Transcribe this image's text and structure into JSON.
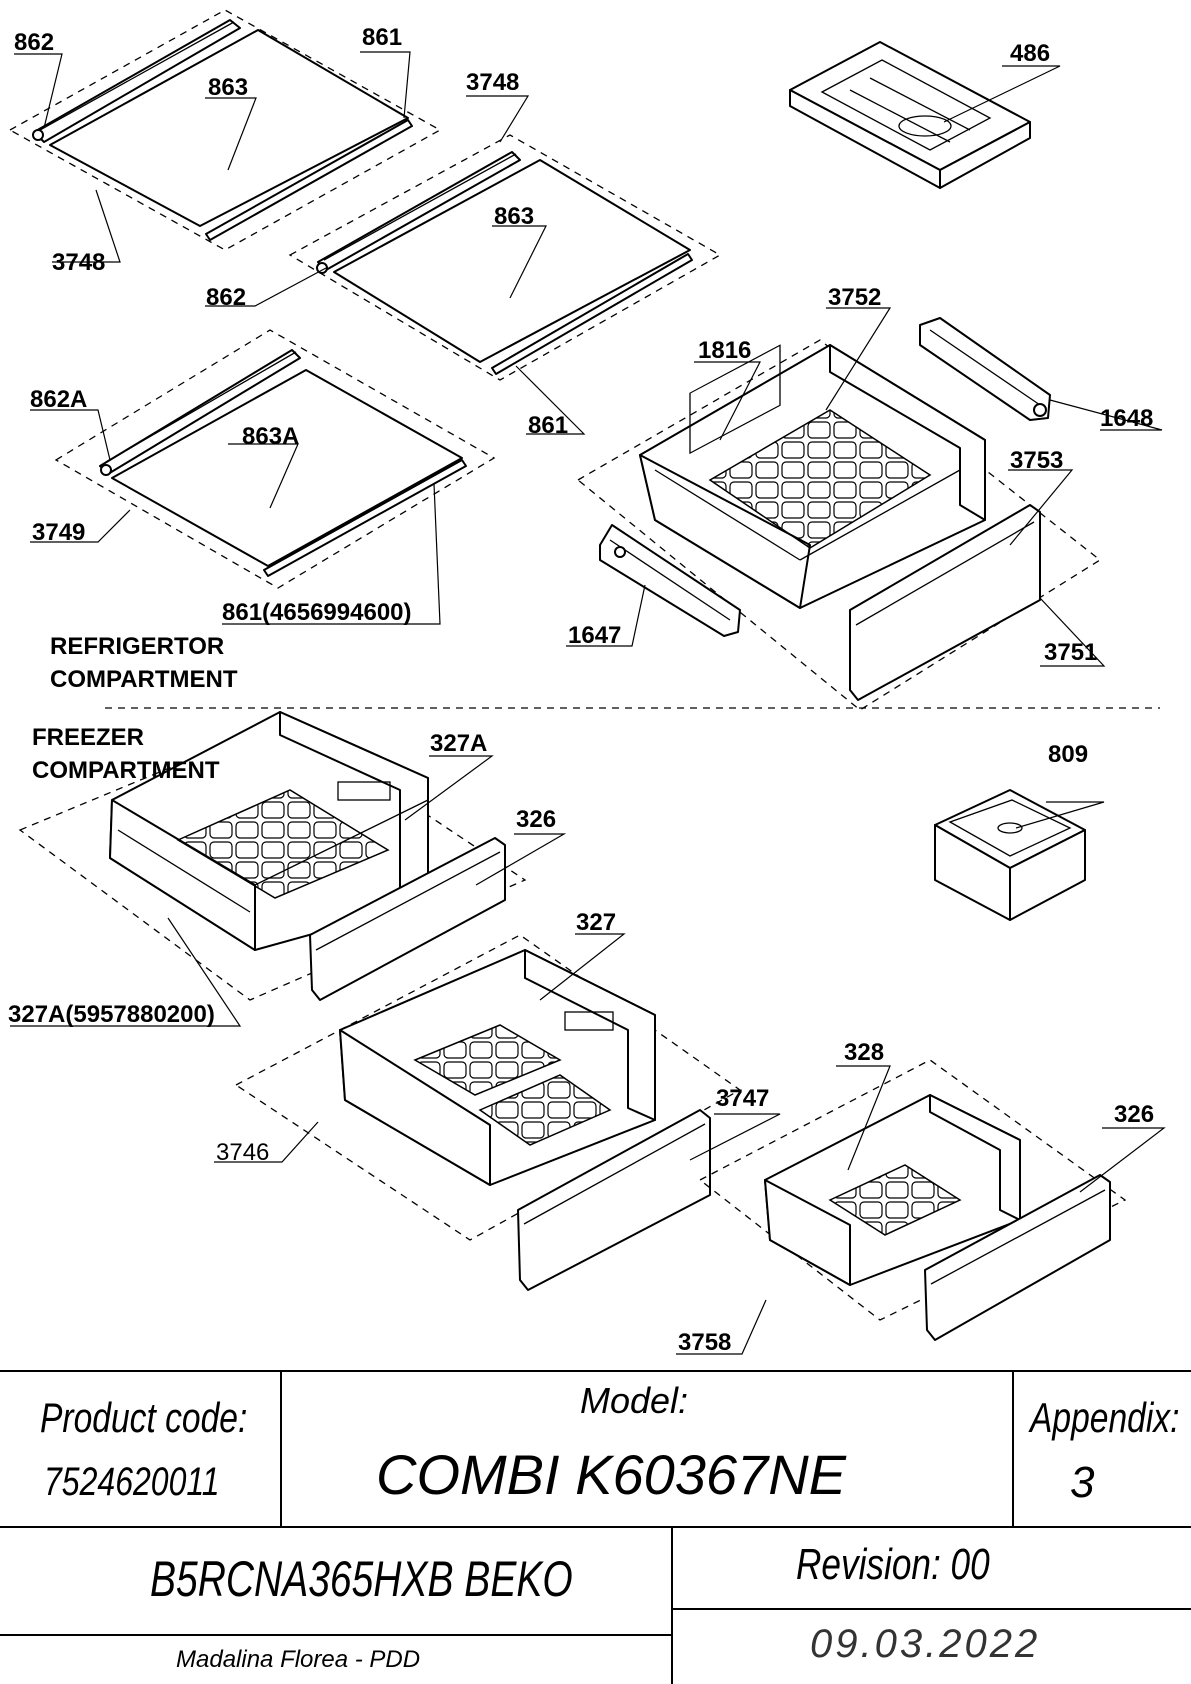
{
  "labels": {
    "l862a": "862",
    "l861a": "861",
    "l863a": "863",
    "l3748a": "3748",
    "l3748b": "3748",
    "l863b": "863",
    "l862b": "862",
    "l861b": "861",
    "l862A": "862A",
    "l863A": "863A",
    "l3749": "3749",
    "l861c": "861(4656994600)",
    "l486": "486",
    "l3752": "3752",
    "l1816": "1816",
    "l1648": "1648",
    "l3753": "3753",
    "l1647": "1647",
    "l3751": "3751",
    "l327A": "327A",
    "l326a": "326",
    "l327": "327",
    "l327Ab": "327A(5957880200)",
    "l3746": "3746",
    "l3747": "3747",
    "l809": "809",
    "l328": "328",
    "l326b": "326",
    "l3758": "3758"
  },
  "sections": {
    "fridge_line1": "REFRIGERTOR",
    "fridge_line2": "COMPARTMENT",
    "freezer_line1": "FREEZER",
    "freezer_line2": "COMPARTMENT"
  },
  "title_block": {
    "product_code_label": "Product code:",
    "product_code": "7524620011",
    "model_label": "Model:",
    "model": "COMBI K60367NE",
    "appendix_label": "Appendix:",
    "appendix": "3",
    "description": "B5RCNA365HXB BEKO",
    "revision": "Revision: 00",
    "author": "Madalina Florea - PDD",
    "date": "09.03.2022"
  }
}
